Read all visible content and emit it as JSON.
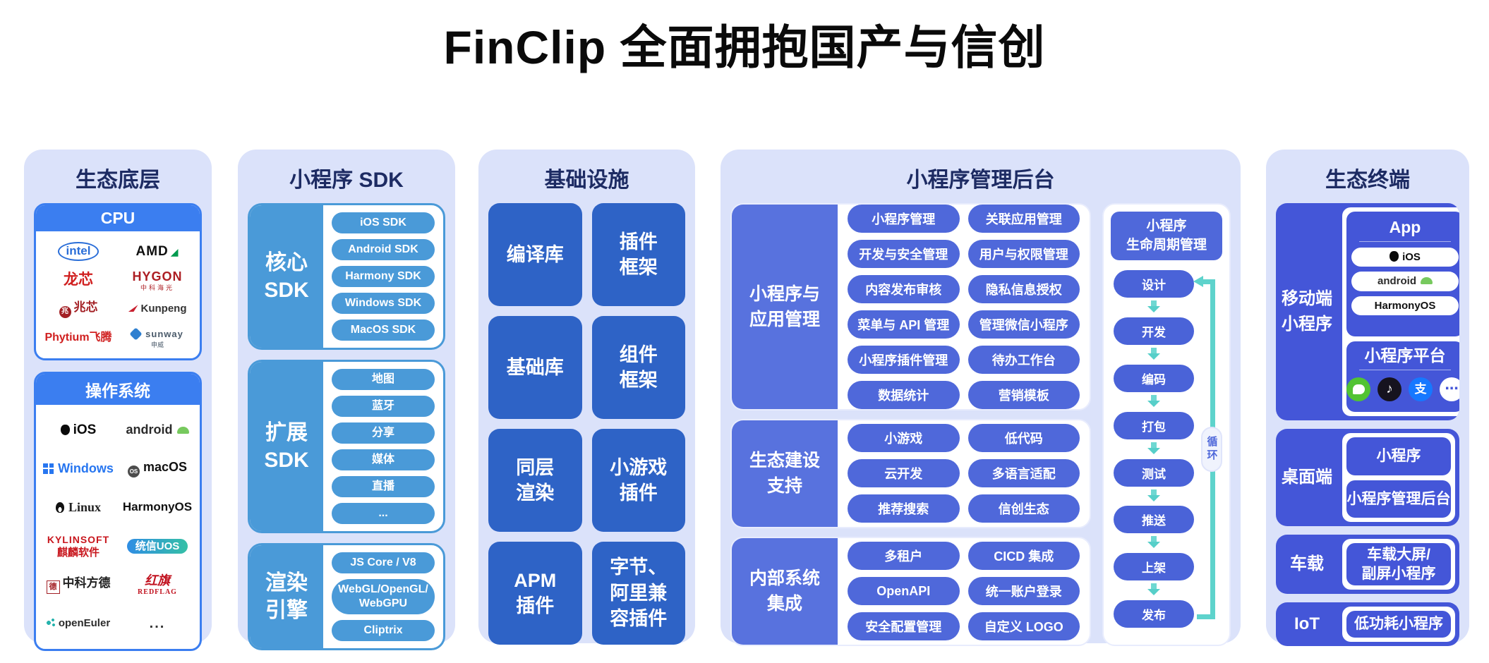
{
  "page": {
    "title": "FinClip 全面拥抱国产与信创"
  },
  "colors": {
    "bright_blue": "#3b7ef0",
    "sky_blue": "#4a9ad8",
    "mid_blue": "#2e63c6",
    "label_blue": "#5872de",
    "pill_blue": "#4f68da",
    "royal_blue": "#4456d8",
    "teal": "#5ed3cc",
    "lavender": "#dbe2fa",
    "navy_text": "#1d2b63"
  },
  "eco_base": {
    "title": "生态底层",
    "cpu": {
      "header": "CPU",
      "logos": [
        {
          "label": "intel",
          "sub": "",
          "cls": "lg-intel",
          "dn": "intel-logo"
        },
        {
          "label": "AMD",
          "sub": "",
          "cls": "lg-amd",
          "dn": "amd-logo"
        },
        {
          "label": "龙芯",
          "sub": "",
          "cls": "lg-loongson",
          "dn": "loongson-logo"
        },
        {
          "label": "HYGON",
          "sub": "中科海光",
          "cls": "lg-hygon",
          "dn": "hygon-logo"
        },
        {
          "label": "兆芯",
          "sub": "",
          "cls": "lg-zhaoxin",
          "dn": "zhaoxin-logo"
        },
        {
          "label": "Kunpeng",
          "sub": "",
          "cls": "lg-kunpeng",
          "dn": "kunpeng-logo"
        },
        {
          "label": "Phytium飞腾",
          "sub": "",
          "cls": "lg-phytium",
          "dn": "phytium-logo"
        },
        {
          "label": "sunway",
          "sub": "申威",
          "cls": "lg-sunway",
          "dn": "sunway-logo"
        }
      ]
    },
    "os": {
      "header": "操作系统",
      "logos": [
        {
          "label": "iOS",
          "sub": "",
          "cls": "lg-ios",
          "dn": "ios-logo"
        },
        {
          "label": "android",
          "sub": "",
          "cls": "lg-android",
          "dn": "android-logo"
        },
        {
          "label": "Windows",
          "sub": "",
          "cls": "lg-windows",
          "dn": "windows-logo"
        },
        {
          "label": "macOS",
          "sub": "",
          "cls": "lg-macos",
          "dn": "macos-logo"
        },
        {
          "label": "Linux",
          "sub": "",
          "cls": "lg-linux",
          "dn": "linux-logo"
        },
        {
          "label": "HarmonyOS",
          "sub": "",
          "cls": "lg-harmony",
          "dn": "harmonyos-logo"
        },
        {
          "label": "KYLINSOFT",
          "sub": "麒麟软件",
          "cls": "lg-kylin",
          "dn": "kylinsoft-logo"
        },
        {
          "label": "统信UOS",
          "sub": "",
          "cls": "lg-uos",
          "dn": "uos-logo"
        },
        {
          "label": "中科方德",
          "sub": "",
          "cls": "lg-fangde",
          "dn": "fangde-logo"
        },
        {
          "label": "红旗",
          "sub": "REDFLAG",
          "cls": "lg-redflag",
          "dn": "redflag-logo"
        },
        {
          "label": "openEuler",
          "sub": "",
          "cls": "lg-openeuler",
          "dn": "openeuler-logo"
        },
        {
          "label": "...",
          "sub": "",
          "cls": "lg-dots",
          "dn": "more-logos-ellipsis"
        }
      ]
    }
  },
  "sdk": {
    "title": "小程序 SDK",
    "core": {
      "label": "核心\nSDK",
      "items": [
        "iOS SDK",
        "Android SDK",
        "Harmony SDK",
        "Windows SDK",
        "MacOS SDK"
      ]
    },
    "ext": {
      "label": "扩展\nSDK",
      "items": [
        "地图",
        "蓝牙",
        "分享",
        "媒体",
        "直播",
        "..."
      ]
    },
    "render": {
      "label": "渲染\n引擎",
      "items": [
        "JS Core / V8",
        "WebGL/OpenGL/\nWebGPU",
        "Cliptrix"
      ]
    }
  },
  "infra": {
    "title": "基础设施",
    "tiles": [
      "编译库",
      "插件\n框架",
      "基础库",
      "组件\n框架",
      "同层\n渲染",
      "小游戏\n插件",
      "APM\n插件",
      "字节、\n阿里兼\n容插件"
    ]
  },
  "mgmt": {
    "title": "小程序管理后台",
    "cards": [
      {
        "label": "小程序与\n应用管理",
        "items": [
          "小程序管理",
          "关联应用管理",
          "开发与安全管理",
          "用户与权限管理",
          "内容发布审核",
          "隐私信息授权",
          "菜单与 API 管理",
          "管理微信小程序",
          "小程序插件管理",
          "待办工作台",
          "数据统计",
          "营销模板"
        ]
      },
      {
        "label": "生态建设\n支持",
        "items": [
          "小游戏",
          "低代码",
          "云开发",
          "多语言适配",
          "推荐搜索",
          "信创生态"
        ]
      },
      {
        "label": "内部系统\n集成",
        "items": [
          "多租户",
          "CICD 集成",
          "OpenAPI",
          "统一账户登录",
          "安全配置管理",
          "自定义 LOGO"
        ]
      }
    ],
    "lifecycle": {
      "header": "小程序\n生命周期管理",
      "steps": [
        "设计",
        "开发",
        "编码",
        "打包",
        "测试",
        "推送",
        "上架",
        "发布"
      ],
      "loop_label": "循环"
    }
  },
  "terminal": {
    "title": "生态终端",
    "mobile": {
      "label": "移动端\n小程序",
      "app": {
        "header": "App",
        "pills": [
          {
            "label": "iOS",
            "cls": "lg-ios",
            "dn": "app-pill-ios"
          },
          {
            "label": "android",
            "cls": "lg-android",
            "dn": "app-pill-android"
          },
          {
            "label": "HarmonyOS",
            "cls": "lg-harmony",
            "dn": "app-pill-harmonyos"
          }
        ]
      },
      "platform": {
        "header": "小程序平台",
        "icons": [
          {
            "glyph": "",
            "cls": "pf-wechat",
            "dn": "wechat-icon"
          },
          {
            "glyph": "♪",
            "cls": "pf-douyin",
            "dn": "douyin-icon"
          },
          {
            "glyph": "支",
            "cls": "pf-alipay",
            "dn": "alipay-icon"
          },
          {
            "glyph": "⋯",
            "cls": "pf-more",
            "dn": "more-platforms-icon"
          }
        ]
      }
    },
    "desktop": {
      "label": "桌面端",
      "items": [
        "小程序",
        "小程序管理后台"
      ]
    },
    "vehicle": {
      "label": "车载",
      "items": [
        "车载大屏/\n副屏小程序"
      ]
    },
    "iot": {
      "label": "IoT",
      "items": [
        "低功耗小程序"
      ]
    }
  }
}
